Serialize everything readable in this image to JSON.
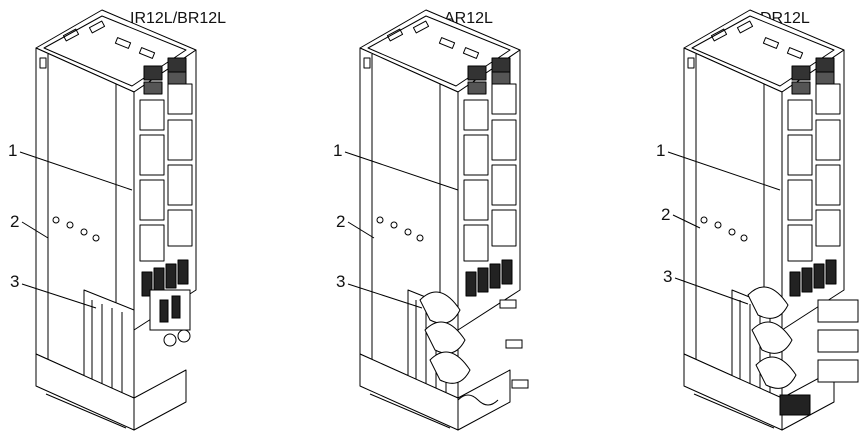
{
  "titles": {
    "unit1": "IR12L/BR12L",
    "unit2": "AR12L",
    "unit3": "DR12L"
  },
  "callouts": {
    "unit1": [
      "1",
      "2",
      "3"
    ],
    "unit2": [
      "1",
      "2",
      "3"
    ],
    "unit3": [
      "1",
      "2",
      "3"
    ]
  }
}
